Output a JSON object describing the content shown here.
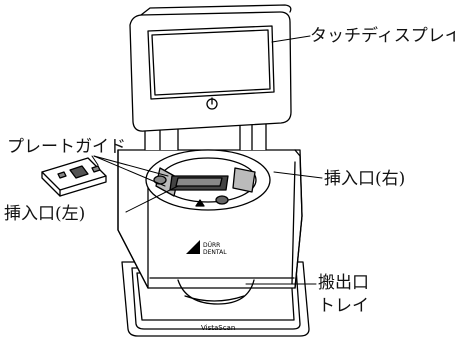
{
  "labels": {
    "touch_display": "タッチディスプレイ",
    "plate_guide": "プレートガイド",
    "slot_right": "挿入口(右)",
    "slot_left": "挿入口(左)",
    "output_tray_line1": "搬出口",
    "output_tray_line2": "トレイ"
  },
  "device_marks": {
    "brand_line1": "DÜRR",
    "brand_line2": "DENTAL",
    "model": "VistaScan",
    "power_icon": "power-icon"
  }
}
